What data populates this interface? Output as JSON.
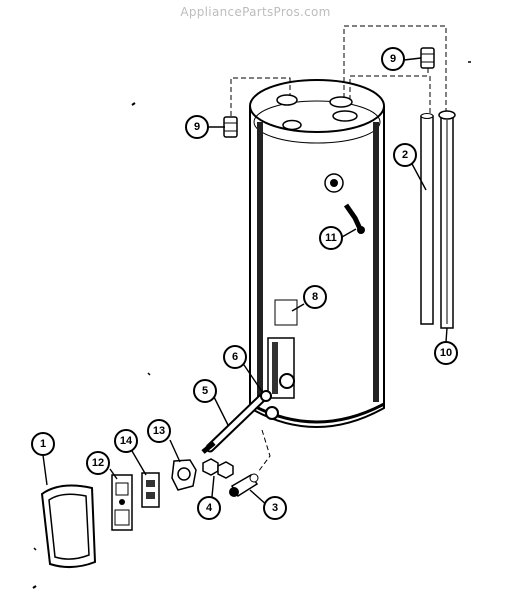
{
  "watermark": "AppliancePartsPros.com",
  "callouts": [
    {
      "key": "door",
      "label": "1"
    },
    {
      "key": "dip_tube",
      "label": "2"
    },
    {
      "key": "drain_valve",
      "label": "3"
    },
    {
      "key": "nipple",
      "label": "4"
    },
    {
      "key": "element",
      "label": "5"
    },
    {
      "key": "gasket",
      "label": "6"
    },
    {
      "key": "label_plate",
      "label": "8"
    },
    {
      "key": "nipple_left",
      "label": "9"
    },
    {
      "key": "nipple_right",
      "label": "9"
    },
    {
      "key": "anode_rod",
      "label": "10"
    },
    {
      "key": "relief_valve",
      "label": "11"
    },
    {
      "key": "thermostat",
      "label": "12"
    },
    {
      "key": "bracket",
      "label": "13"
    },
    {
      "key": "limit_switch",
      "label": "14"
    }
  ]
}
